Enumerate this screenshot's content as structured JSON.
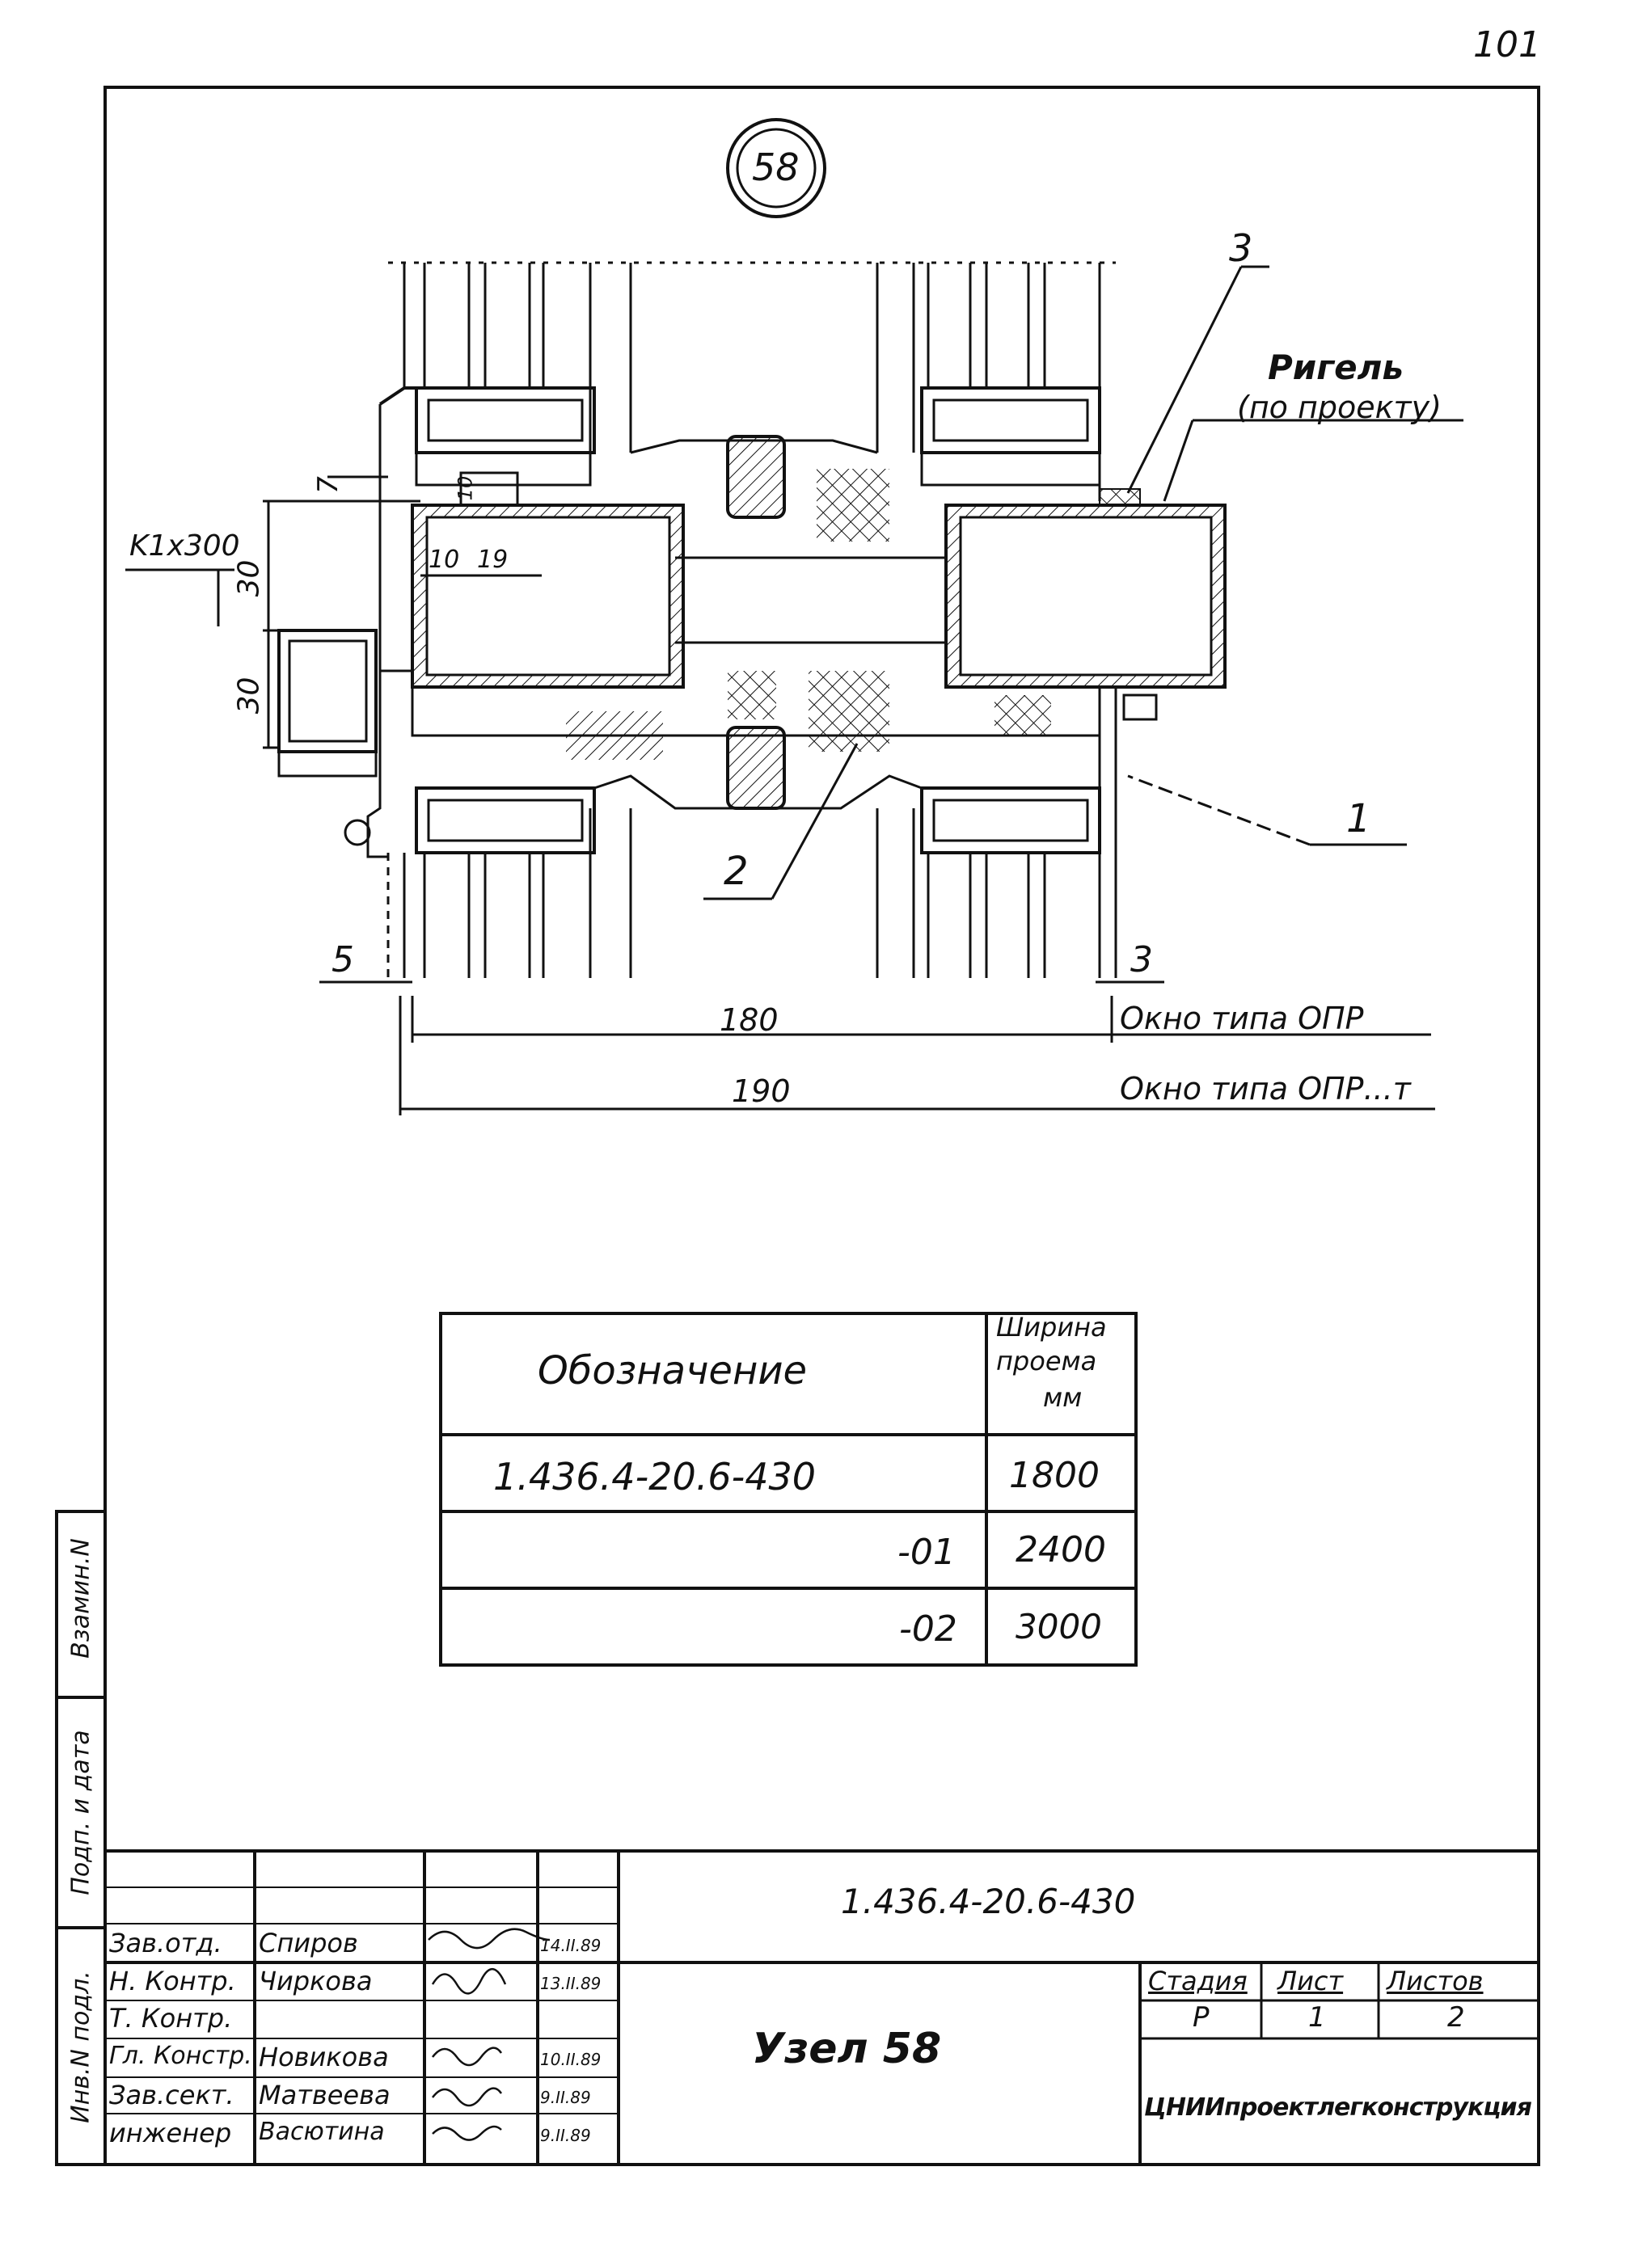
{
  "page_number": "101",
  "node_circle_label": "58",
  "callouts": {
    "c1": "1",
    "c2": "2",
    "c3_top": "3",
    "c3_bottom": "3",
    "c5": "5"
  },
  "rigel_label": "Ригель",
  "rigel_sub": "(по проекту)",
  "dimensions": {
    "k_label": "K1x300",
    "d7": "7",
    "d10_top": "10",
    "d10": "10",
    "d19": "19",
    "d30_a": "30",
    "d30_b": "30",
    "d180": "180",
    "d190": "190"
  },
  "window_type_1": "Окно типа ОПР",
  "window_type_2": "Окно типа ОПР...т",
  "spec_table": {
    "header_designation": "Обозначение",
    "header_width_1": "Ширина",
    "header_width_2": "проема",
    "header_width_3": "мм",
    "rows": [
      {
        "designation": "1.436.4-20.6-430",
        "width": "1800"
      },
      {
        "designation": "-01",
        "width": "2400"
      },
      {
        "designation": "-02",
        "width": "3000"
      }
    ]
  },
  "side_stamp": {
    "s1": "Взамин.N",
    "s2": "Подп. и дата",
    "s3": "Инв.N подл."
  },
  "title_block": {
    "doc_code": "1.436.4-20.6-430",
    "node_title": "Узел 58",
    "organization": "ЦНИИпроектлегконструкция",
    "stage_header": "Стадия",
    "sheet_header": "Лист",
    "sheets_header": "Листов",
    "stage_value": "Р",
    "sheet_value": "1",
    "sheets_value": "2",
    "people": [
      {
        "role": "Зав.отд.",
        "name": "Спиров",
        "date": "14.II.89"
      },
      {
        "role": "Н. Контр.",
        "name": "Чиркова",
        "date": "13.II.89"
      },
      {
        "role": "Т. Контр.",
        "name": "",
        "date": ""
      },
      {
        "role": "Гл. Констр.",
        "name": "Новикова",
        "date": "10.II.89"
      },
      {
        "role": "Зав.сект.",
        "name": "Матвеева",
        "date": "9.II.89"
      },
      {
        "role": "инженер",
        "name": "Васютина",
        "date": "9.II.89"
      }
    ]
  }
}
